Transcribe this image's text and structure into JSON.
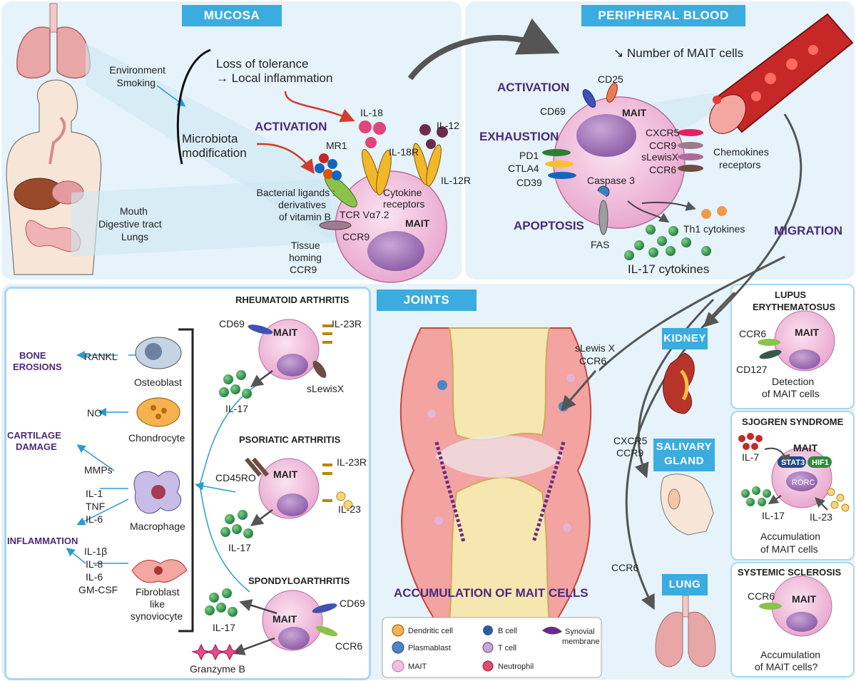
{
  "mucosa": {
    "title": "MUCOSA",
    "environment": "Environment",
    "smoking": "Smoking",
    "loss_tolerance": "Loss of tolerance",
    "local_inflammation": "→ Local inflammation",
    "microbiota_1": "Microbiota",
    "microbiota_2": "modification",
    "activation": "ACTIVATION",
    "il18": "IL-18",
    "il12": "IL-12",
    "mr1": "MR1",
    "il18r": "IL-18R",
    "il12r": "IL-12R",
    "cytokine_1": "Cytokine",
    "cytokine_2": "receptors",
    "bacterial_1": "Bacterial ligands :",
    "bacterial_2": "derivatives",
    "bacterial_3": "of vitamin B",
    "tcr": "TCR Vα7.2",
    "mait": "MAIT",
    "ccr9": "CCR9",
    "tissue_1": "Tissue",
    "tissue_2": "homing",
    "tissue_3": "CCR9",
    "mouth": "Mouth",
    "digestive": "Digestive tract",
    "lungs": "Lungs"
  },
  "blood": {
    "title": "PERIPHERAL BLOOD",
    "number": "↘ Number of MAIT cells",
    "activation": "ACTIVATION",
    "cd25": "CD25",
    "cd69": "CD69",
    "mait": "MAIT",
    "exhaustion": "EXHAUSTION",
    "pd1": "PD1",
    "ctla4": "CTLA4",
    "cd39": "CD39",
    "cxcr5": "CXCR5",
    "ccr9": "CCR9",
    "slewisx": "sLewisX",
    "ccr6": "CCR6",
    "chemokines_1": "Chemokines",
    "chemokines_2": "receptors",
    "caspase": "Caspase 3",
    "apoptosis": "APOPTOSIS",
    "fas": "FAS",
    "th1": "Th1 cytokines",
    "il17": "IL-17 cytokines",
    "migration": "MIGRATION"
  },
  "joints": {
    "title": "JOINTS",
    "accumulation": "ACCUMULATION OF MAIT CELLS",
    "slewis_1": "sLewis X",
    "slewis_2": "CCR6"
  },
  "left": {
    "bone_1": "BONE",
    "bone_2": "EROSIONS",
    "rankl": "RANKL",
    "osteoblast": "Osteoblast",
    "no": "NO",
    "chondrocyte": "Chondrocyte",
    "cart_1": "CARTILAGE",
    "cart_2": "DAMAGE",
    "mmps": "MMPs",
    "il1": "IL-1",
    "tnf": "TNF",
    "il6": "IL-6",
    "macrophage": "Macrophage",
    "inflammation": "INFLAMMATION",
    "il1b": "IL-1β",
    "il8": "IL-8",
    "il6b": "IL-6",
    "gmcsf": "GM-CSF",
    "fib_1": "Fibroblast",
    "fib_2": "like",
    "fib_3": "synoviocyte"
  },
  "ra": {
    "title": "RHEUMATOID ARTHRITIS",
    "cd69": "CD69",
    "il23r": "IL-23R",
    "mait": "MAIT",
    "slewisx": "sLewisX",
    "il17": "IL-17"
  },
  "psa": {
    "title": "PSORIATIC ARTHRITIS",
    "cd45ro": "CD45RO",
    "il23r": "IL-23R",
    "mait": "MAIT",
    "il23": "IL-23",
    "il17": "IL-17"
  },
  "spa": {
    "title": "SPONDYLOARTHRITIS",
    "cd69": "CD69",
    "mait": "MAIT",
    "ccr6": "CCR6",
    "il17": "IL-17",
    "granzyme": "Granzyme B"
  },
  "legend": {
    "dendritic": "Dendritic cell",
    "plasmablast": "Plasmablast",
    "mait": "MAIT",
    "bcell": "B cell",
    "tcell": "T cell",
    "neutrophil": "Neutrophil",
    "synovial_1": "Synovial",
    "synovial_2": "membrane"
  },
  "right": {
    "kidney": "KIDNEY",
    "salivary_1": "SALIVARY",
    "salivary_2": "GLAND",
    "lung": "LUNG",
    "cxcr5": "CXCR5",
    "ccr9": "CCR9",
    "ccr6": "CCR6"
  },
  "lupus": {
    "title_1": "LUPUS",
    "title_2": "ERYTHEMATOSUS",
    "ccr6": "CCR6",
    "mait": "MAIT",
    "cd127": "CD127",
    "det_1": "Detection",
    "det_2": "of MAIT cells"
  },
  "sjogren": {
    "title": "SJOGREN SYNDROME",
    "il7": "IL-7",
    "mait": "MAIT",
    "stat3": "STAT3",
    "hif1": "HIF1",
    "rorc": "RORC",
    "il17": "IL-17",
    "il23": "IL-23",
    "acc_1": "Accumulation",
    "acc_2": "of MAIT cells"
  },
  "ssc": {
    "title": "SYSTEMIC SCLEROSIS",
    "ccr6": "CCR6",
    "mait": "MAIT",
    "acc_1": "Accumulation",
    "acc_2": "of MAIT cells?"
  }
}
